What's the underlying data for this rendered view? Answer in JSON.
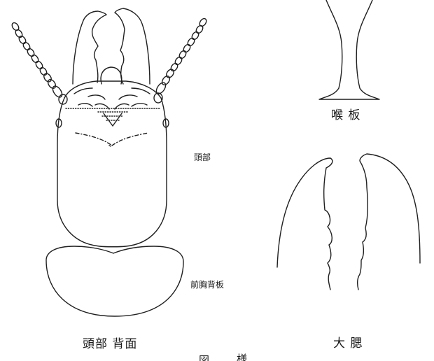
{
  "labels": {
    "head_right": "頭部",
    "pronotum_right": "前胸背板",
    "head_dorsal_caption": "頭部 背面",
    "gular_plate_caption": "喉 板",
    "mandibles_caption": "大 腮",
    "plate_caption_fragment_left": "図",
    "plate_caption_fragment_right": "様"
  }
}
